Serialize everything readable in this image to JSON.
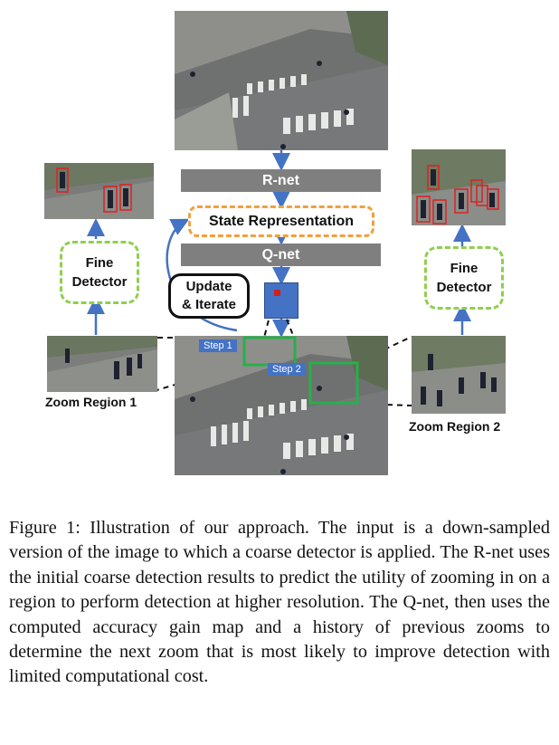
{
  "figure": {
    "boxes": {
      "rnet": "R-net",
      "state": "State Representation",
      "qnet": "Q-net",
      "update_line1": "Update",
      "update_line2": "& Iterate",
      "fine_left_line1": "Fine",
      "fine_left_line2": "Detector",
      "fine_right_line1": "Fine",
      "fine_right_line2": "Detector"
    },
    "labels": {
      "zoom1": "Zoom Region 1",
      "zoom2": "Zoom Region 2",
      "step1": "Step 1",
      "step2": "Step 2"
    },
    "colors": {
      "arrow": "#4472c4",
      "fine_border": "#8fcf4f",
      "state_border": "#f0a040",
      "bar": "#7f7f7f",
      "detection": "#e02020",
      "step_box": "#27b04a"
    }
  },
  "caption": {
    "text": "Figure 1: Illustration of our approach. The input is a down-sampled version of the image to which a coarse detector is applied. The R-net uses the initial coarse detection results to predict the utility of zooming in on a region to perform detection at higher resolution. The Q-net, then uses the computed accuracy gain map and a history of previous zooms to determine the next zoom that is most likely to improve detection with limited computational cost."
  }
}
